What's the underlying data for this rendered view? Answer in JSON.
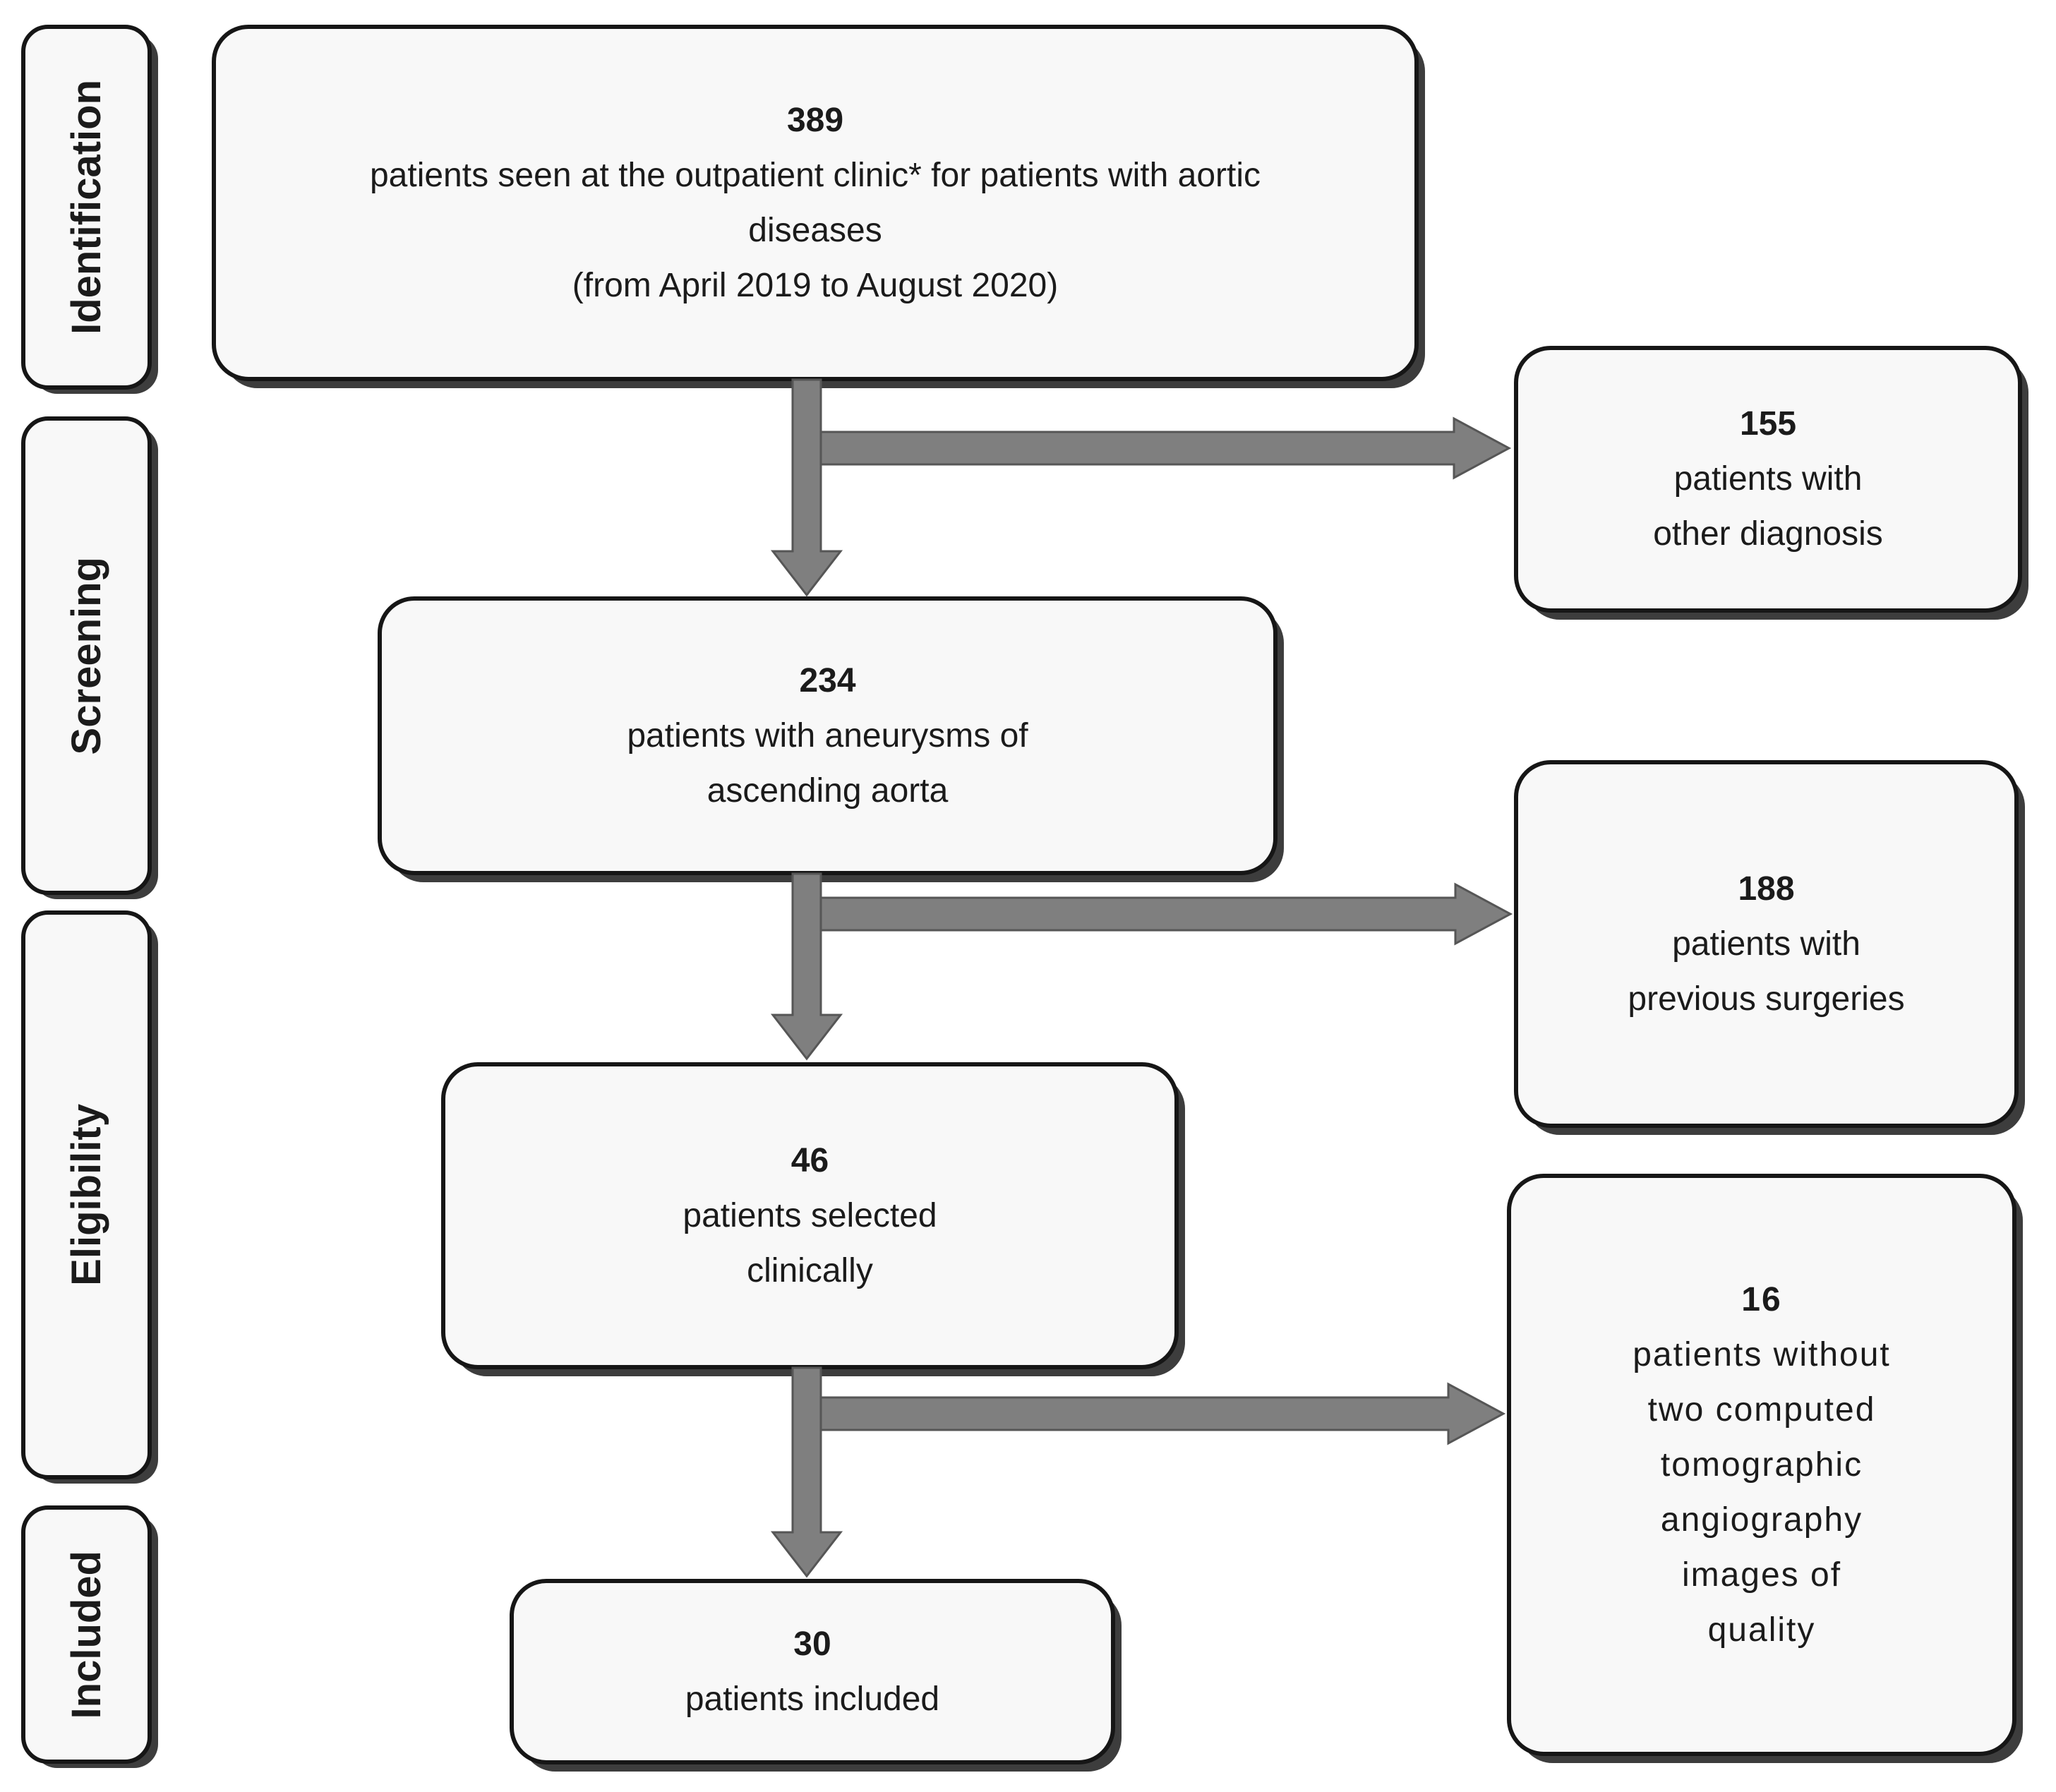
{
  "diagram": {
    "stages": [
      {
        "label": "Identification"
      },
      {
        "label": "Screening"
      },
      {
        "label": "Eligibility"
      },
      {
        "label": "Included"
      }
    ],
    "flow": [
      {
        "count": "389",
        "body": "patients seen at the outpatient clinic* for patients with aortic\ndiseases\n(from April 2019 to August 2020)"
      },
      {
        "count": "234",
        "body": "patients with aneurysms of\nascending aorta"
      },
      {
        "count": "46",
        "body": "patients selected\nclinically"
      },
      {
        "count": "30",
        "body": "patients included"
      }
    ],
    "exclusions": [
      {
        "count": "155",
        "body": "patients with\nother diagnosis"
      },
      {
        "count": "188",
        "body": "patients with\nprevious surgeries"
      },
      {
        "count": "16",
        "body": "patients without\ntwo computed\ntomographic\nangiography\nimages of\nquality"
      }
    ],
    "colors": {
      "box_fill": "#f8f8f8",
      "box_border": "#161616",
      "arrow_fill": "#7f7f7f",
      "arrow_stroke": "#565656",
      "shadow": "#3d3d3d",
      "text": "#1b1b1b"
    }
  }
}
